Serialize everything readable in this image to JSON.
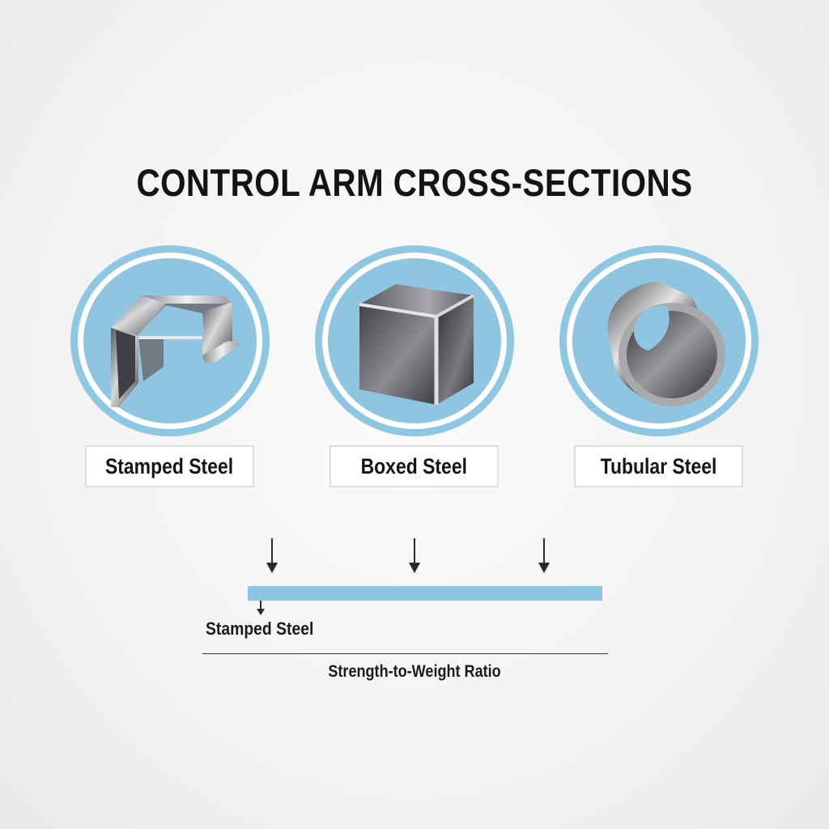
{
  "title": "CONTROL ARM CROSS-SECTIONS",
  "cross_sections": [
    {
      "label": "Stamped Steel",
      "icon": "stamped-channel-icon"
    },
    {
      "label": "Boxed Steel",
      "icon": "box-section-icon"
    },
    {
      "label": "Tubular Steel",
      "icon": "tube-section-icon"
    }
  ],
  "scale": {
    "marker_label": "Stamped Steel",
    "axis_title": "Strength-to-Weight Ratio",
    "bar_color": "#8dc4e2"
  },
  "colors": {
    "ring": "#8ec7e2",
    "title": "#141414"
  }
}
